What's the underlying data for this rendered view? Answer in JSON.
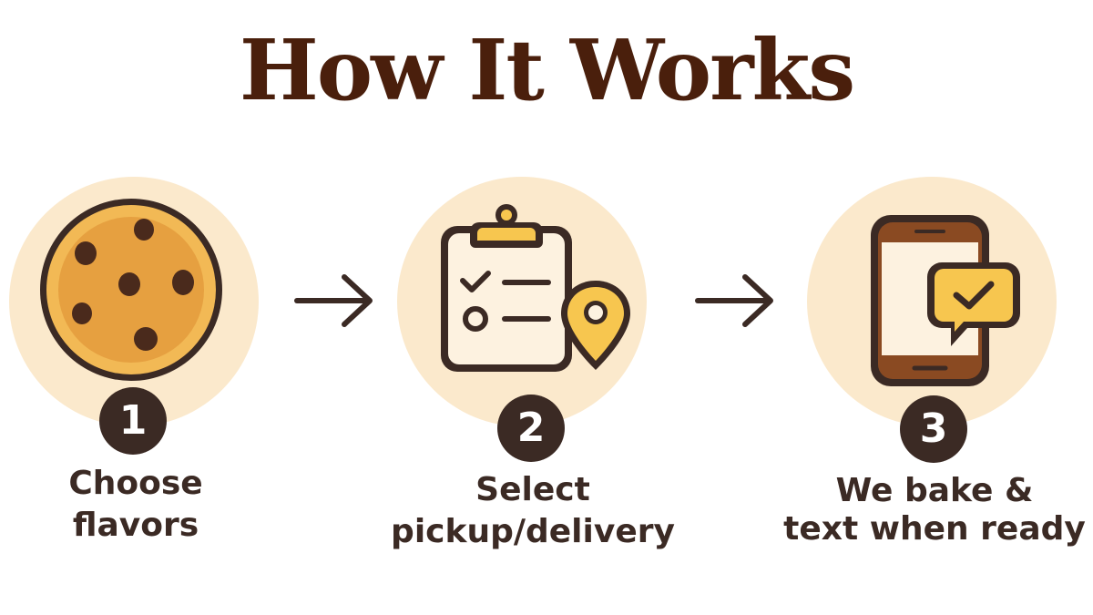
{
  "title": "How It Works",
  "steps": [
    {
      "number": "1",
      "label_lines": [
        "Choose",
        "flavors"
      ],
      "icon": "cookie-icon"
    },
    {
      "number": "2",
      "label_lines": [
        "Select",
        "pickup/delivery"
      ],
      "icon": "clipboard-location-icon"
    },
    {
      "number": "3",
      "label_lines": [
        "We bake &",
        "text when ready"
      ],
      "icon": "phone-message-icon"
    }
  ],
  "arrows": [
    "arrow-right-icon",
    "arrow-right-icon"
  ],
  "colors": {
    "title": "#4a1f0c",
    "circle_bg": "#fbe9cc",
    "badge": "#3b2a24",
    "outline": "#3b2a24",
    "accent_yellow": "#f7c64f",
    "cookie": "#e6a94a"
  }
}
